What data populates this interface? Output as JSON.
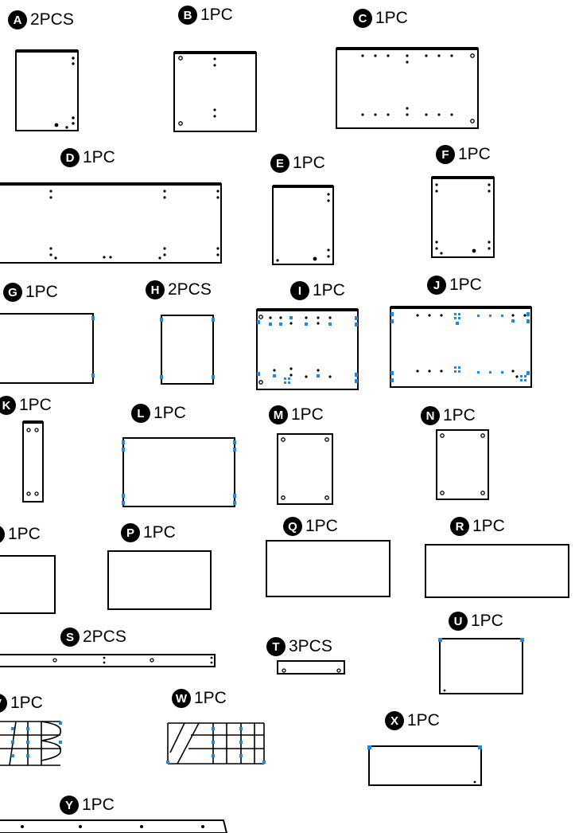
{
  "colors": {
    "ink": "#000000",
    "hardware": "#1e88e5",
    "background": "#ffffff"
  },
  "parts": [
    {
      "id": "A",
      "letter": "A",
      "qty": "2PCS"
    },
    {
      "id": "B",
      "letter": "B",
      "qty": "1PC"
    },
    {
      "id": "C",
      "letter": "C",
      "qty": "1PC"
    },
    {
      "id": "D",
      "letter": "D",
      "qty": "1PC"
    },
    {
      "id": "E",
      "letter": "E",
      "qty": "1PC"
    },
    {
      "id": "F",
      "letter": "F",
      "qty": "1PC"
    },
    {
      "id": "G",
      "letter": "G",
      "qty": "1PC"
    },
    {
      "id": "H",
      "letter": "H",
      "qty": "2PCS"
    },
    {
      "id": "I",
      "letter": "I",
      "qty": "1PC"
    },
    {
      "id": "J",
      "letter": "J",
      "qty": "1PC"
    },
    {
      "id": "K",
      "letter": "K",
      "qty": "1PC"
    },
    {
      "id": "L",
      "letter": "L",
      "qty": "1PC"
    },
    {
      "id": "M",
      "letter": "M",
      "qty": "1PC"
    },
    {
      "id": "N",
      "letter": "N",
      "qty": "1PC"
    },
    {
      "id": "O",
      "letter": "O",
      "qty": "1PC"
    },
    {
      "id": "P",
      "letter": "P",
      "qty": "1PC"
    },
    {
      "id": "Q",
      "letter": "Q",
      "qty": "1PC"
    },
    {
      "id": "R",
      "letter": "R",
      "qty": "1PC"
    },
    {
      "id": "S",
      "letter": "S",
      "qty": "2PCS"
    },
    {
      "id": "T",
      "letter": "T",
      "qty": "3PCS"
    },
    {
      "id": "U",
      "letter": "U",
      "qty": "1PC"
    },
    {
      "id": "V",
      "letter": "V",
      "qty": "1PC"
    },
    {
      "id": "W",
      "letter": "W",
      "qty": "1PC"
    },
    {
      "id": "X",
      "letter": "X",
      "qty": "1PC"
    },
    {
      "id": "Y",
      "letter": "Y",
      "qty": "1PC"
    }
  ]
}
